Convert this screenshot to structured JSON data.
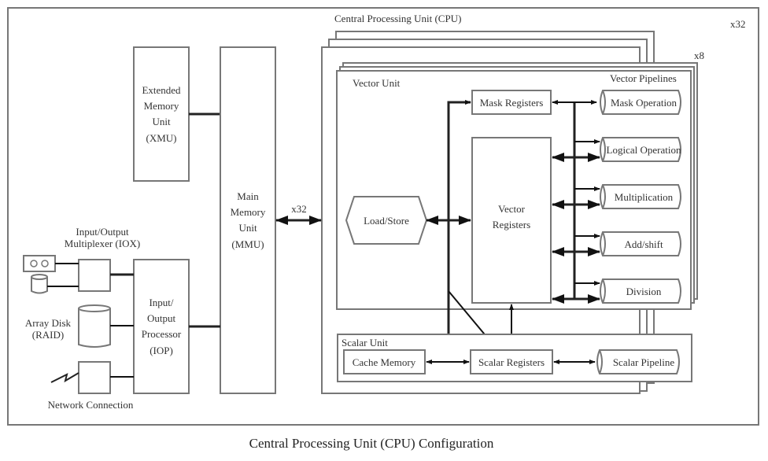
{
  "caption": "Central Processing Unit (CPU) Configuration",
  "cpu": {
    "title": "Central Processing Unit (CPU)",
    "multiplicity": "x32"
  },
  "cpu_inner": {
    "multiplicity": "x8"
  },
  "memory_link": {
    "label": "x32"
  },
  "xmu": {
    "lines": [
      "Extended",
      "Memory",
      "Unit",
      "(XMU)"
    ]
  },
  "mmu": {
    "lines": [
      "Main",
      "Memory",
      "Unit",
      "(MMU)"
    ]
  },
  "iop": {
    "lines": [
      "Input/",
      "Output",
      "Processor",
      "(IOP)"
    ]
  },
  "iox": {
    "lines": [
      "Input/Output",
      "Multiplexer (IOX)"
    ]
  },
  "raid": {
    "lines": [
      "Array Disk",
      "(RAID)"
    ]
  },
  "network": {
    "label": "Network Connection"
  },
  "vector_unit": {
    "title": "Vector Unit",
    "pipelines_title": "Vector Pipelines",
    "load_store": "Load/Store",
    "mask_registers": "Mask Registers",
    "vector_registers": [
      "Vector",
      "Registers"
    ],
    "pipelines": [
      "Mask Operation",
      "Logical Operation",
      "Multiplication",
      "Add/shift",
      "Division"
    ]
  },
  "scalar_unit": {
    "title": "Scalar Unit",
    "cache": "Cache Memory",
    "registers": "Scalar Registers",
    "pipeline": "Scalar Pipeline"
  }
}
